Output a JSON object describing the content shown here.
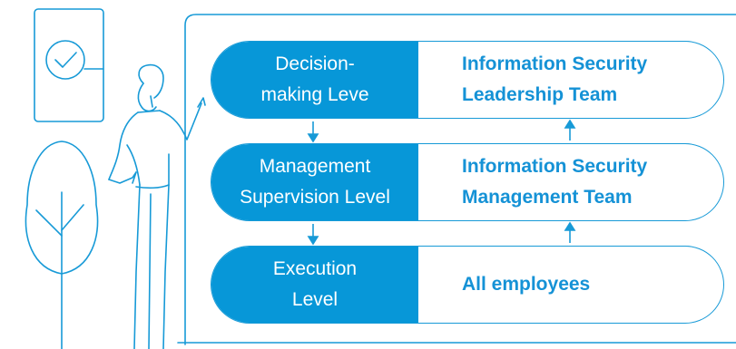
{
  "accent_color": "#0797d8",
  "text_color": "#1592d6",
  "line_color": "#179ad7",
  "rows": [
    {
      "level": "Decision-\nmaking Leve",
      "team": "Information Security\nLeadership Team"
    },
    {
      "level": "Management\nSupervision Level",
      "team": "Information Security\nManagement Team"
    },
    {
      "level": "Execution\nLevel",
      "team": "All employees"
    }
  ],
  "arrows": {
    "left_direction": "down",
    "right_direction": "up"
  },
  "illustration": {
    "icons": [
      "check-circle-icon",
      "tree-icon",
      "woman-presenter-icon"
    ]
  }
}
